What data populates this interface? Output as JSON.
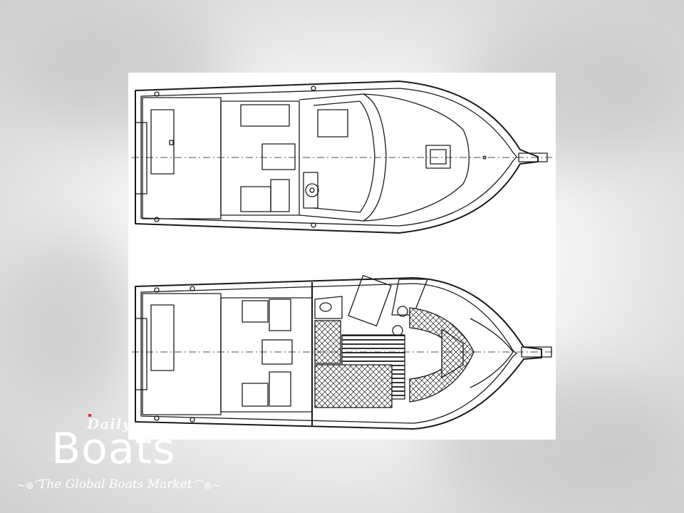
{
  "watermark": {
    "site_small": "Daily",
    "brand": "Boats",
    "tagline": "The Global Boats Market",
    "ornament_left": "~⊗⌒",
    "ornament_right": "⌒⊗~"
  },
  "diagram": {
    "views": [
      "deck-plan",
      "interior-plan"
    ]
  },
  "colors": {
    "line": "#1a1a1a",
    "background": "#ffffff",
    "watermark": "#ffffff"
  }
}
